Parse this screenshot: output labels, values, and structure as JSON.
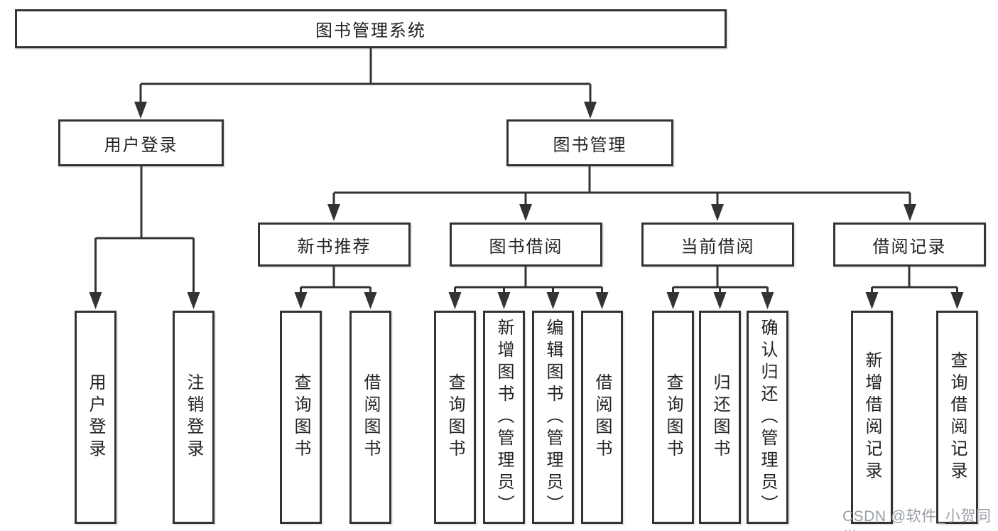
{
  "diagram": {
    "root": {
      "label": "图书管理系统",
      "children": [
        {
          "label": "用户登录",
          "children": [
            {
              "label": "用户登录"
            },
            {
              "label": "注销登录"
            }
          ]
        },
        {
          "label": "图书管理",
          "children": [
            {
              "label": "新书推荐",
              "children": [
                {
                  "label": "查询图书"
                },
                {
                  "label": "借阅图书"
                }
              ]
            },
            {
              "label": "图书借阅",
              "children": [
                {
                  "label": "查询图书"
                },
                {
                  "label": "新增图书（管理员）"
                },
                {
                  "label": "编辑图书（管理员）"
                },
                {
                  "label": "借阅图书"
                }
              ]
            },
            {
              "label": "当前借阅",
              "children": [
                {
                  "label": "查询图书"
                },
                {
                  "label": "归还图书"
                },
                {
                  "label": "确认归还（管理员）"
                }
              ]
            },
            {
              "label": "借阅记录",
              "children": [
                {
                  "label": "新增借阅记录"
                },
                {
                  "label": "查询借阅记录"
                }
              ]
            }
          ]
        }
      ]
    },
    "watermark": "CSDN @软件_小贺同学"
  },
  "colors": {
    "line": "#333333",
    "text": "#222222",
    "watermark": "#9aa0a6",
    "background": "#ffffff"
  }
}
